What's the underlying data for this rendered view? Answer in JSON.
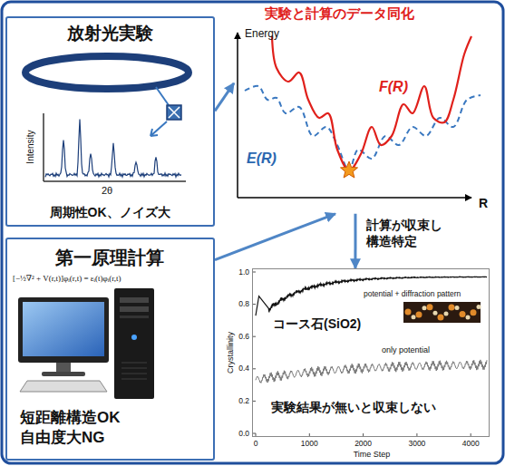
{
  "diagram": {
    "title": "実験と計算のデータ同化",
    "nodes": [
      {
        "text": [
          "放射光実験",
          "周期性OK、ノイズ大"
        ]
      },
      {
        "text": [
          "第一原理計算",
          "短距離構造OK 自由度大NG"
        ]
      },
      {
        "text": [
          "Energy",
          "F(R)",
          "E(R)",
          "R"
        ]
      },
      {
        "text": [
          "potential + diffraction pattern",
          "コース石(SiO2)",
          "only potential",
          "実験結果が無いと収束しない"
        ]
      }
    ],
    "edges": [
      {
        "from": 0,
        "to": 2,
        "arrow": "to"
      },
      {
        "from": 1,
        "to": 2,
        "arrow": "to"
      },
      {
        "from": 2,
        "to": 3,
        "arrow": "to"
      }
    ],
    "labels": [
      "計算が収束し 構造特定",
      "Intensity",
      "2θ",
      "[−½∇² + V(r,t)]φᵢ(r,t) = εᵢ(t)φᵢ(r,t)",
      "Crystallinity",
      "1.0",
      "0.8",
      "0.6",
      "0.4",
      "0.2",
      "0.0",
      "0",
      "1000",
      "2000",
      "3000",
      "4000",
      "Time Step"
    ]
  }
}
